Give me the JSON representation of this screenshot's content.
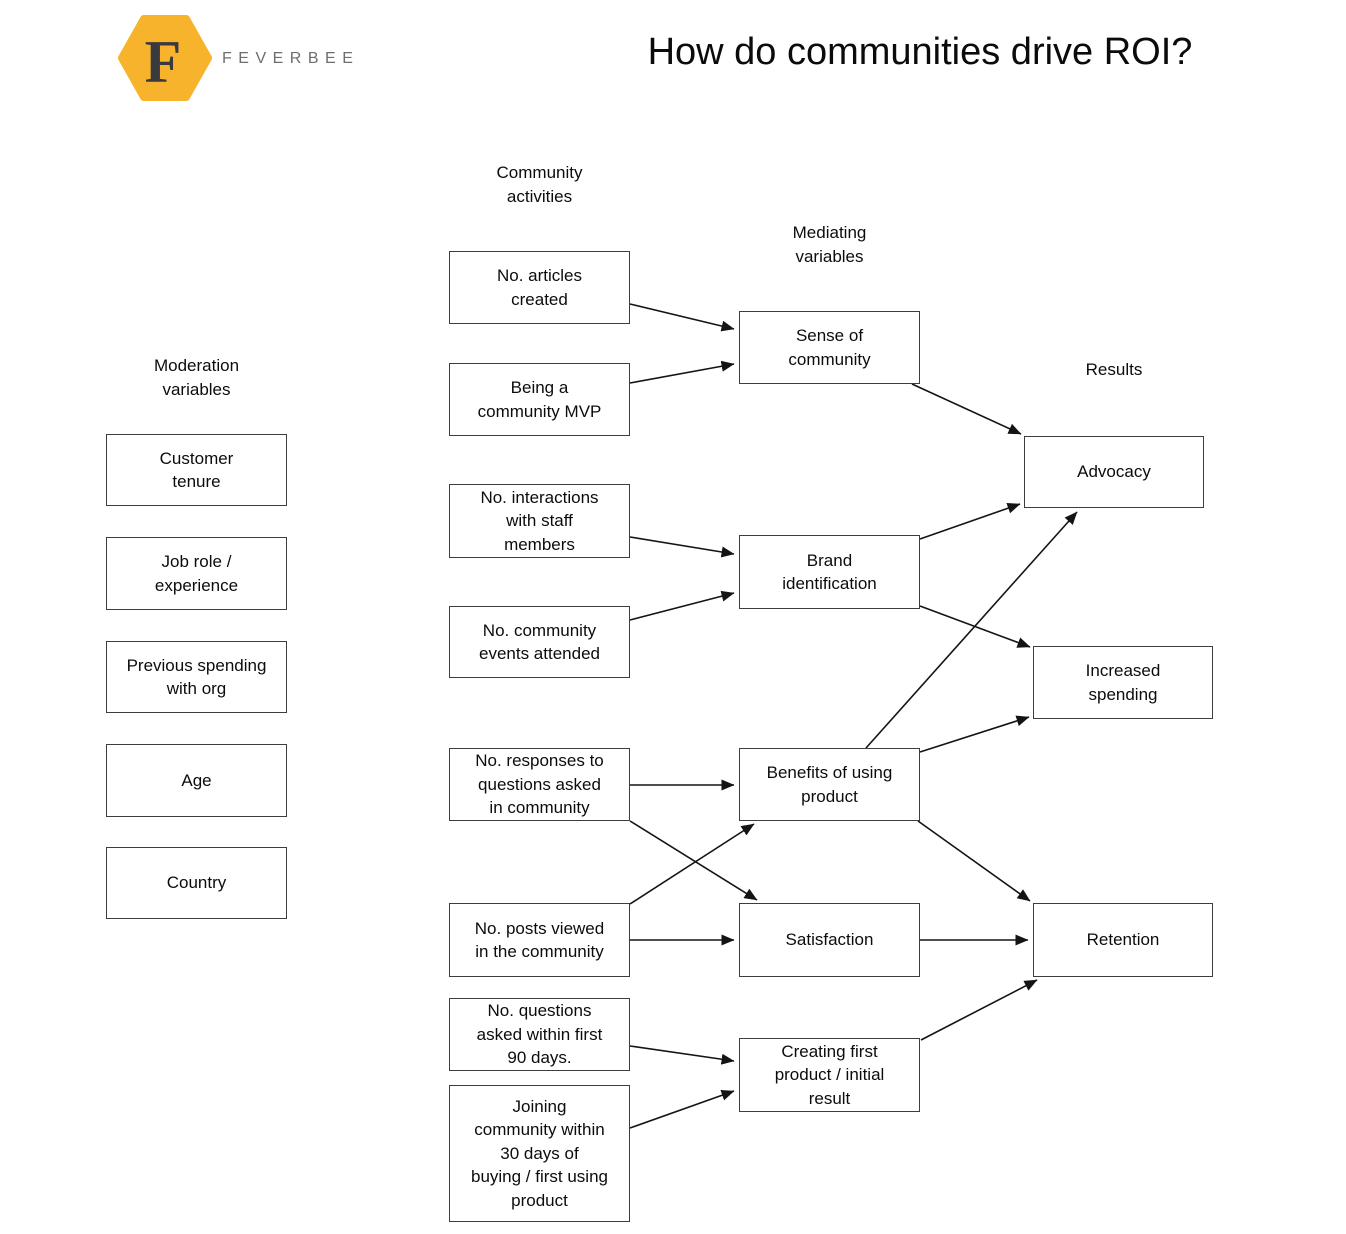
{
  "title": "How do communities drive ROI?",
  "logo": {
    "letter": "F",
    "brand": "FEVERBEE",
    "hex_color": "#F7B32B",
    "letter_color": "#3A393E",
    "brand_color": "#6E6E72"
  },
  "headers": {
    "moderation": "Moderation\nvariables",
    "activities": "Community\nactivities",
    "mediating": "Mediating\nvariables",
    "results": "Results"
  },
  "nodes": {
    "moderation": [
      {
        "id": "customer-tenure",
        "label": "Customer\ntenure"
      },
      {
        "id": "job-role",
        "label": "Job role /\nexperience"
      },
      {
        "id": "previous-spending",
        "label": "Previous spending\nwith org"
      },
      {
        "id": "age",
        "label": "Age"
      },
      {
        "id": "country",
        "label": "Country"
      }
    ],
    "activities": [
      {
        "id": "articles",
        "label": "No. articles\ncreated"
      },
      {
        "id": "mvp",
        "label": "Being a\ncommunity MVP"
      },
      {
        "id": "interactions",
        "label": "No. interactions\nwith staff\nmembers"
      },
      {
        "id": "events",
        "label": "No. community\nevents attended"
      },
      {
        "id": "responses",
        "label": "No. responses to\nquestions asked\nin community"
      },
      {
        "id": "posts",
        "label": "No. posts viewed\nin the community"
      },
      {
        "id": "questions-90",
        "label": "No. questions\nasked within first\n90 days."
      },
      {
        "id": "joining",
        "label": "Joining\ncommunity within\n30 days of\nbuying / first using\nproduct"
      }
    ],
    "mediating": [
      {
        "id": "sense",
        "label": "Sense of\ncommunity"
      },
      {
        "id": "brand",
        "label": "Brand\nidentification"
      },
      {
        "id": "benefits",
        "label": "Benefits of using\nproduct"
      },
      {
        "id": "satisfaction",
        "label": "Satisfaction"
      },
      {
        "id": "creating",
        "label": "Creating first\nproduct / initial\nresult"
      }
    ],
    "results": [
      {
        "id": "advocacy",
        "label": "Advocacy"
      },
      {
        "id": "increased-spending",
        "label": "Increased\nspending"
      },
      {
        "id": "retention",
        "label": "Retention"
      }
    ]
  },
  "edges": [
    {
      "from": "articles",
      "to": "sense"
    },
    {
      "from": "mvp",
      "to": "sense"
    },
    {
      "from": "sense",
      "to": "advocacy"
    },
    {
      "from": "interactions",
      "to": "brand"
    },
    {
      "from": "events",
      "to": "brand"
    },
    {
      "from": "brand",
      "to": "advocacy"
    },
    {
      "from": "brand",
      "to": "increased-spending"
    },
    {
      "from": "responses",
      "to": "benefits"
    },
    {
      "from": "responses",
      "to": "satisfaction"
    },
    {
      "from": "posts",
      "to": "benefits"
    },
    {
      "from": "posts",
      "to": "satisfaction"
    },
    {
      "from": "benefits",
      "to": "advocacy"
    },
    {
      "from": "benefits",
      "to": "increased-spending"
    },
    {
      "from": "benefits",
      "to": "retention"
    },
    {
      "from": "satisfaction",
      "to": "retention"
    },
    {
      "from": "questions-90",
      "to": "creating"
    },
    {
      "from": "joining",
      "to": "creating"
    },
    {
      "from": "creating",
      "to": "retention"
    }
  ]
}
